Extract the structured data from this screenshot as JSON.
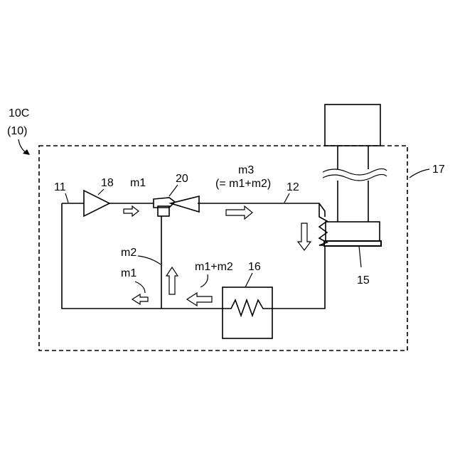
{
  "labels": {
    "system_id": "10C",
    "system_ref": "(10)",
    "enclosure": "17",
    "circuit": "11",
    "pipe": "12",
    "pump": "18",
    "ejector": "20",
    "heat_exchanger": "16",
    "heat_source": "15",
    "flow_m1_top": "m1",
    "flow_m3": "m3",
    "flow_m3_eq": "(= m1+m2)",
    "flow_m2": "m2",
    "flow_m1_bottom": "m1",
    "flow_m1m2": "m1+m2"
  }
}
